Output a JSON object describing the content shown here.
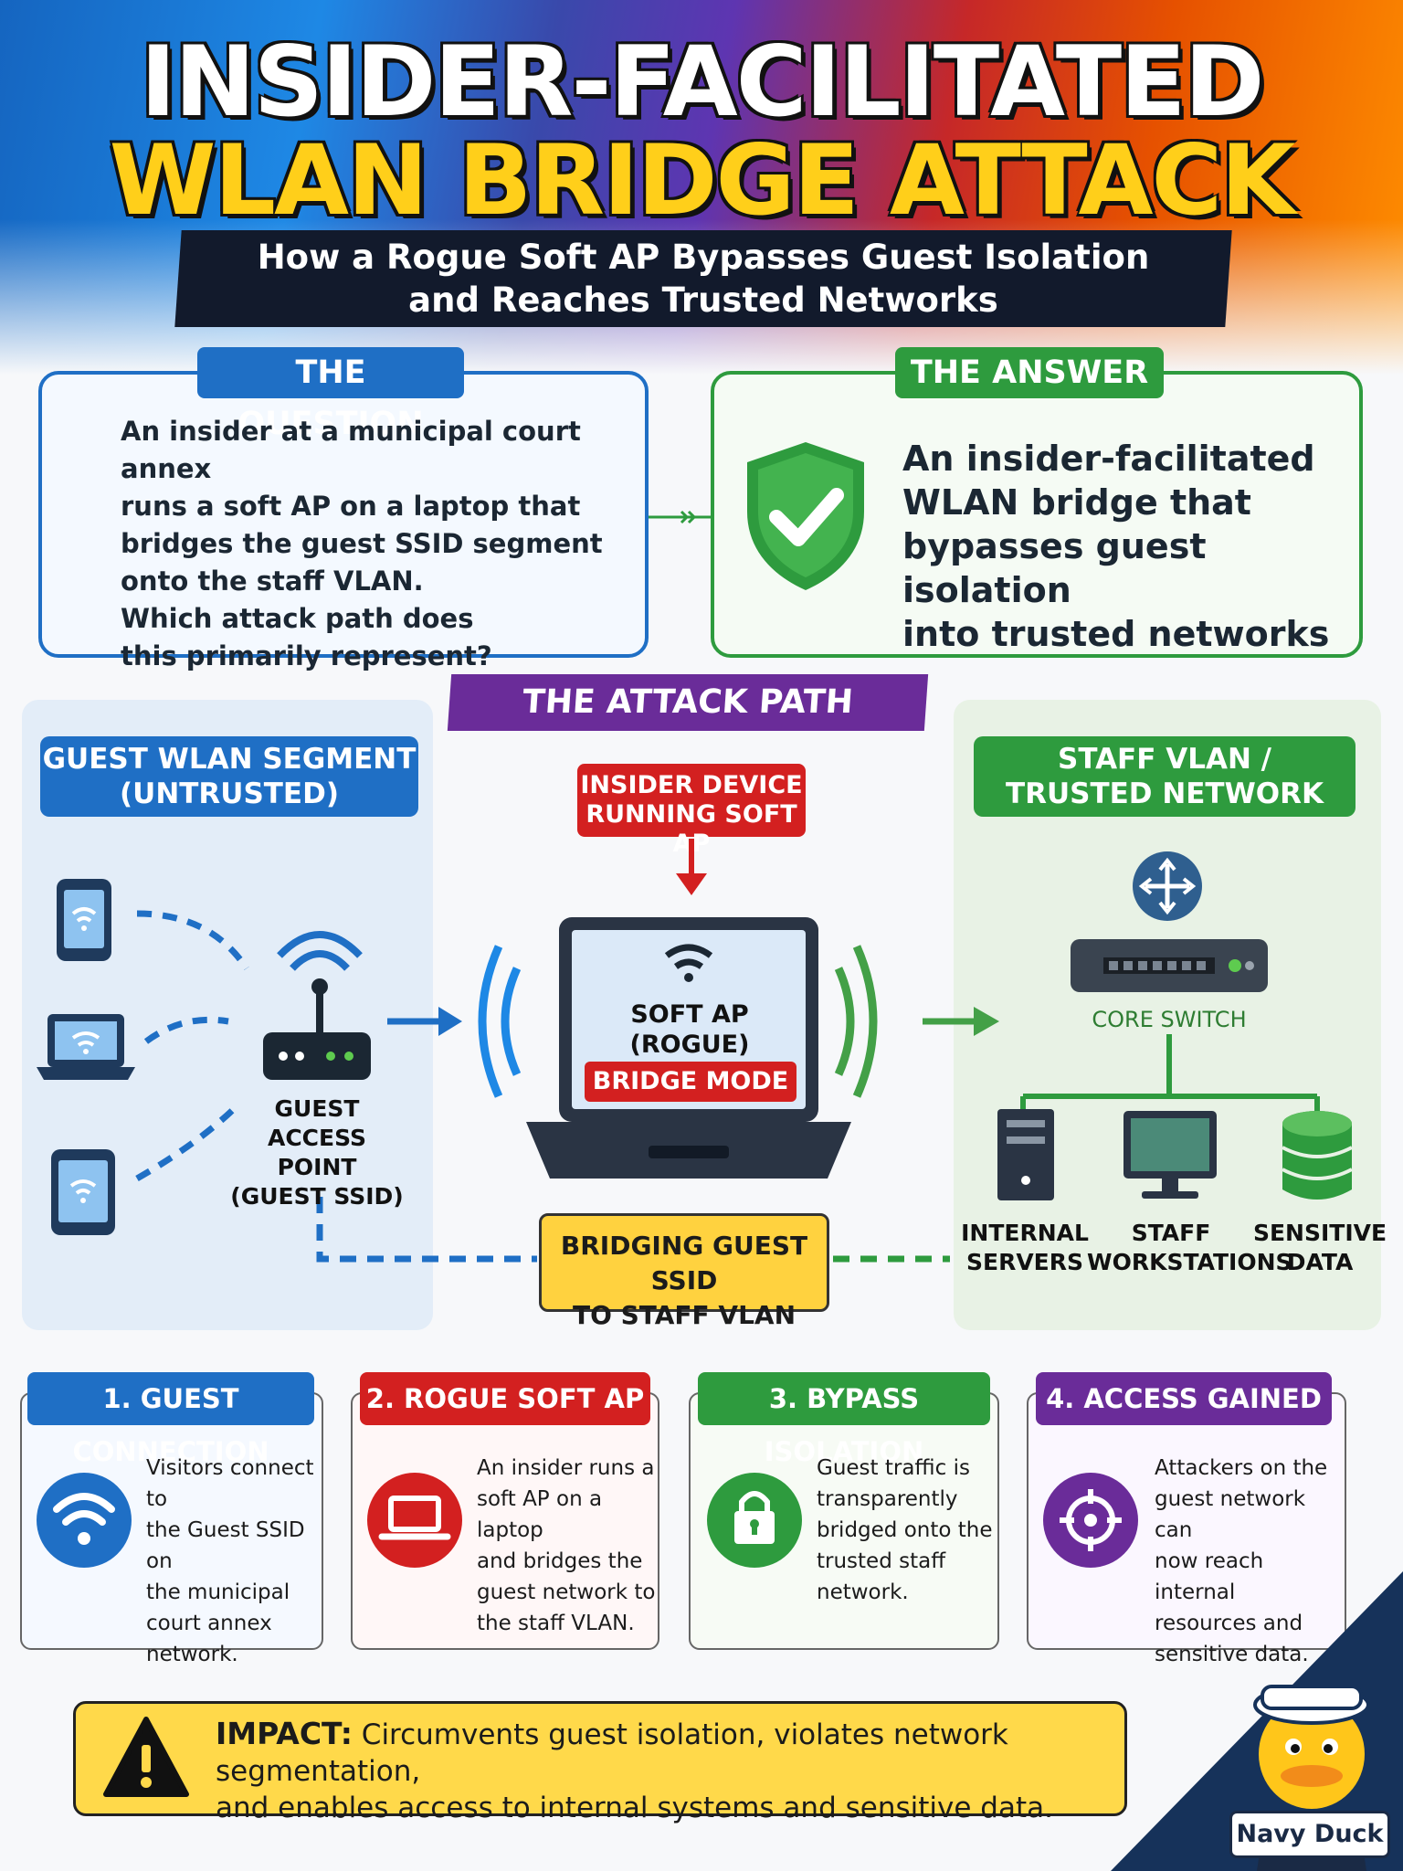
{
  "title": {
    "line1": "INSIDER-FACILITATED",
    "line2": "WLAN BRIDGE ATTACK",
    "subtitle_line1": "How a Rogue Soft AP Bypasses Guest Isolation",
    "subtitle_line2": "and Reaches Trusted Networks"
  },
  "question": {
    "tag": "THE QUESTION",
    "lines": [
      "An insider at a municipal court annex",
      "runs a soft AP on a laptop that",
      "bridges the guest SSID segment",
      "onto the staff VLAN.",
      "Which attack path does",
      "this primarily represent?"
    ]
  },
  "answer": {
    "tag": "THE ANSWER",
    "lines": [
      "An insider-facilitated",
      "WLAN bridge that",
      "bypasses guest isolation",
      "into trusted networks"
    ],
    "icon": "shield-check-icon"
  },
  "attack_path": {
    "tag": "THE ATTACK PATH",
    "guest_segment": {
      "line1": "GUEST WLAN SEGMENT",
      "line2": "(UNTRUSTED)"
    },
    "staff_segment": {
      "line1": "STAFF VLAN /",
      "line2": "TRUSTED NETWORK"
    },
    "insider_device": {
      "line1": "INSIDER DEVICE",
      "line2": "RUNNING SOFT AP"
    },
    "guest_ap": {
      "line1": "GUEST",
      "line2": "ACCESS POINT",
      "line3": "(GUEST SSID)"
    },
    "soft_ap": {
      "line1": "SOFT AP",
      "line2": "(ROGUE)",
      "mode": "BRIDGE MODE"
    },
    "core_switch": "CORE SWITCH",
    "internal_servers": {
      "line1": "INTERNAL",
      "line2": "SERVERS"
    },
    "staff_workstations": {
      "line1": "STAFF",
      "line2": "WORKSTATIONS"
    },
    "sensitive_data": {
      "line1": "SENSITIVE",
      "line2": "DATA"
    },
    "bridging": {
      "line1": "BRIDGING GUEST SSID",
      "line2": "TO STAFF VLAN"
    }
  },
  "steps": [
    {
      "title": "1. GUEST CONNECTION",
      "icon": "wifi-icon",
      "color": "#1f6fc5",
      "lines": [
        "Visitors connect to",
        "the Guest SSID on",
        "the municipal",
        "court annex",
        "network."
      ]
    },
    {
      "title": "2. ROGUE SOFT AP",
      "icon": "laptop-icon",
      "color": "#d32020",
      "lines": [
        "An insider runs a",
        "soft AP on a laptop",
        "and bridges the",
        "guest network to",
        "the staff VLAN."
      ]
    },
    {
      "title": "3. BYPASS ISOLATION",
      "icon": "lock-icon",
      "color": "#2e9b3e",
      "lines": [
        "Guest traffic is",
        "transparently",
        "bridged onto the",
        "trusted staff",
        "network."
      ]
    },
    {
      "title": "4. ACCESS GAINED",
      "icon": "crosshair-icon",
      "color": "#6a2c99",
      "lines": [
        "Attackers on the",
        "guest network can",
        "now reach internal",
        "resources and",
        "sensitive data."
      ]
    }
  ],
  "impact": {
    "keyword": "IMPACT:",
    "line1": "Circumvents guest isolation, violates network segmentation,",
    "line2": "and enables access to internal systems and sensitive data."
  },
  "brand": "Navy Duck"
}
